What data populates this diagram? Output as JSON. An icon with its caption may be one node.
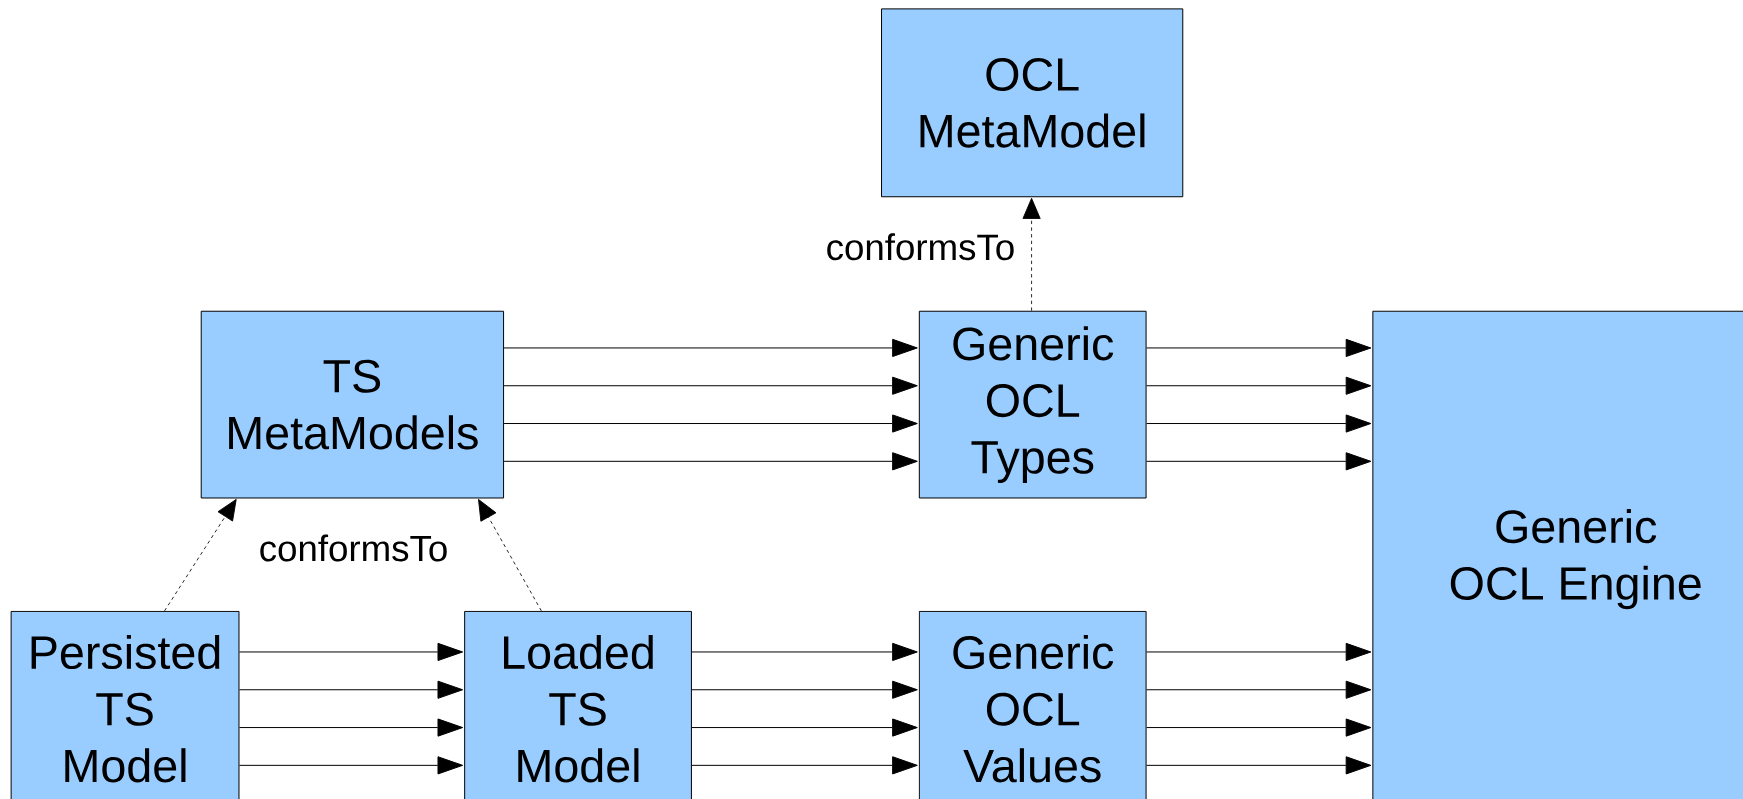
{
  "diagram": {
    "nodes": [
      {
        "text": [
          "OCL MetaModel"
        ]
      },
      {
        "text": [
          "TS MetaModels"
        ]
      },
      {
        "text": [
          "Generic OCL Types"
        ]
      },
      {
        "text": [
          "Generic OCL Engine"
        ]
      },
      {
        "text": [
          "Persisted TS Model"
        ]
      },
      {
        "text": [
          "Loaded TS Model"
        ]
      },
      {
        "text": [
          "Generic OCL Values"
        ]
      }
    ],
    "edges": [
      {
        "from": 2,
        "to": 0,
        "arrow": "to",
        "style": "dashed",
        "label": "conformsTo"
      },
      {
        "from": 1,
        "to": 2,
        "arrow": "to"
      },
      {
        "from": 1,
        "to": 2,
        "arrow": "to"
      },
      {
        "from": 1,
        "to": 2,
        "arrow": "to"
      },
      {
        "from": 1,
        "to": 2,
        "arrow": "to"
      },
      {
        "from": 2,
        "to": 3,
        "arrow": "to"
      },
      {
        "from": 2,
        "to": 3,
        "arrow": "to"
      },
      {
        "from": 2,
        "to": 3,
        "arrow": "to"
      },
      {
        "from": 2,
        "to": 3,
        "arrow": "to"
      },
      {
        "from": 4,
        "to": 1,
        "arrow": "to",
        "style": "dashed",
        "label": "conformsTo"
      },
      {
        "from": 5,
        "to": 1,
        "arrow": "to",
        "style": "dashed"
      },
      {
        "from": 4,
        "to": 5,
        "arrow": "to"
      },
      {
        "from": 4,
        "to": 5,
        "arrow": "to"
      },
      {
        "from": 4,
        "to": 5,
        "arrow": "to"
      },
      {
        "from": 4,
        "to": 5,
        "arrow": "to"
      },
      {
        "from": 5,
        "to": 6,
        "arrow": "to"
      },
      {
        "from": 5,
        "to": 6,
        "arrow": "to"
      },
      {
        "from": 5,
        "to": 6,
        "arrow": "to"
      },
      {
        "from": 5,
        "to": 6,
        "arrow": "to"
      },
      {
        "from": 6,
        "to": 3,
        "arrow": "to"
      },
      {
        "from": 6,
        "to": 3,
        "arrow": "to"
      },
      {
        "from": 6,
        "to": 3,
        "arrow": "to"
      },
      {
        "from": 6,
        "to": 3,
        "arrow": "to"
      }
    ]
  }
}
